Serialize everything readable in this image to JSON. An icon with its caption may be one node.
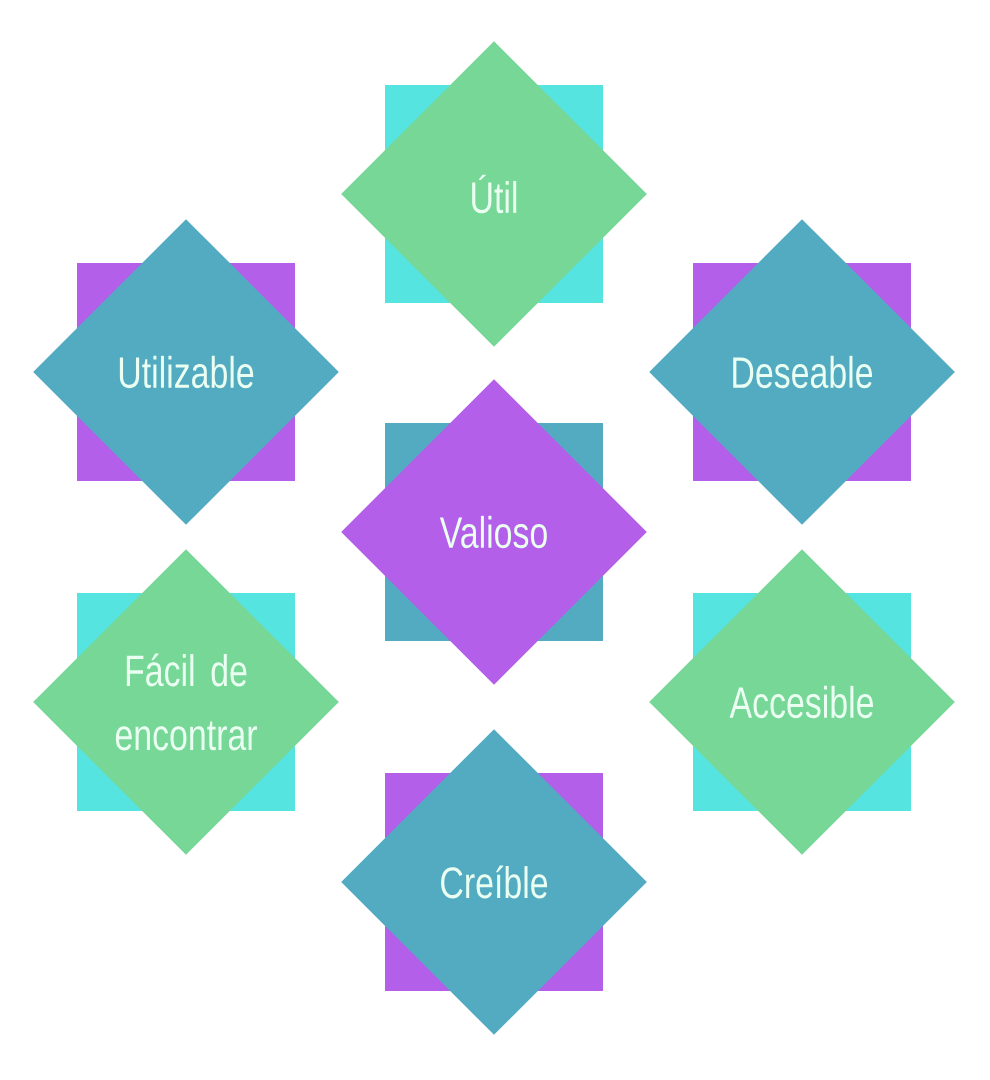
{
  "diagram": {
    "nodes": [
      {
        "text": [
          "Útil"
        ]
      },
      {
        "text": [
          "Utilizable"
        ]
      },
      {
        "text": [
          "Deseable"
        ]
      },
      {
        "text": [
          "Valioso"
        ]
      },
      {
        "text": [
          "Fácil de encontrar"
        ]
      },
      {
        "text": [
          "Accesible"
        ]
      },
      {
        "text": [
          "Creíble"
        ]
      }
    ]
  }
}
